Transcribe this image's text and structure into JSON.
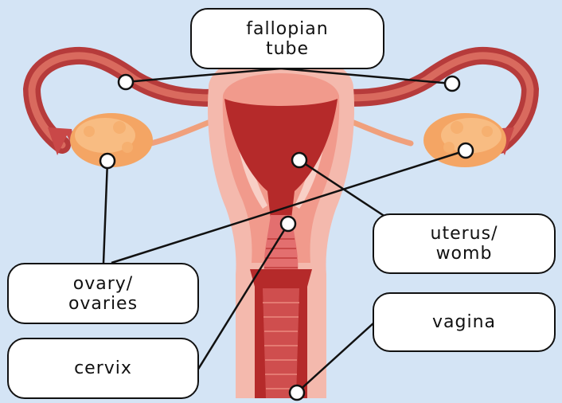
{
  "labels": {
    "fallopian_tube": "fallopian\ntube",
    "uterus": "uterus/\nwomb",
    "ovary": "ovary/\novaries",
    "vagina": "vagina",
    "cervix": "cervix"
  },
  "colors": {
    "background": "#d4e4f5",
    "tissue_light": "#f4b9ad",
    "tissue_mid": "#f19a8c",
    "cavity": "#b52a2a",
    "tube": "#c94848",
    "ovary": "#f4a564",
    "leader_line": "#111111"
  }
}
